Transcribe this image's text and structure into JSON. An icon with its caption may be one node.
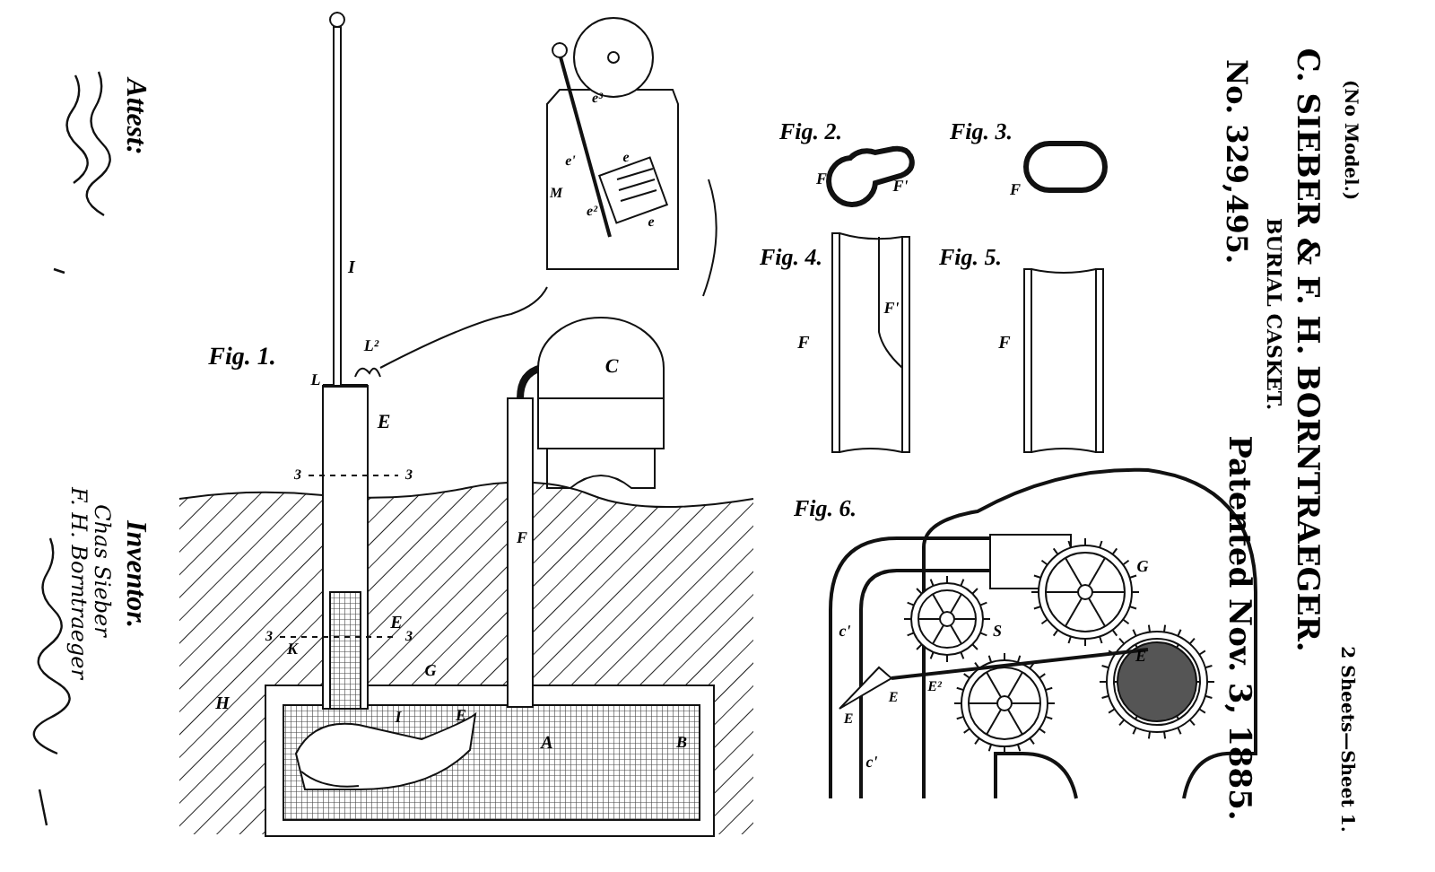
{
  "diagram": {
    "title": "BURIAL CASKET.",
    "labels": [
      "(No Model.)",
      "2 Sheets—Sheet 1.",
      "C. SIEBER & F. H. BORNTRAEGER.",
      "No. 329,495.",
      "Patented Nov. 3, 1885.",
      "Attest:",
      "F. H. Borntraeger",
      "Chas Sieber",
      "Inventor.",
      "Fig. 1.",
      "I",
      "L",
      "L²",
      "E",
      "C",
      "e³",
      "e'",
      "e",
      "M",
      "e²",
      "e",
      "3",
      "3",
      "F",
      "K",
      "E",
      "3",
      "3",
      "G",
      "H",
      "I",
      "E",
      "A",
      "B",
      "Fig. 2.",
      "F",
      "F'",
      "Fig. 3.",
      "F",
      "Fig. 4.",
      "F'",
      "F",
      "Fig. 5.",
      "F",
      "Fig. 6.",
      "c'",
      "E",
      "E",
      "c'",
      "S",
      "E²",
      "G",
      "E"
    ]
  }
}
